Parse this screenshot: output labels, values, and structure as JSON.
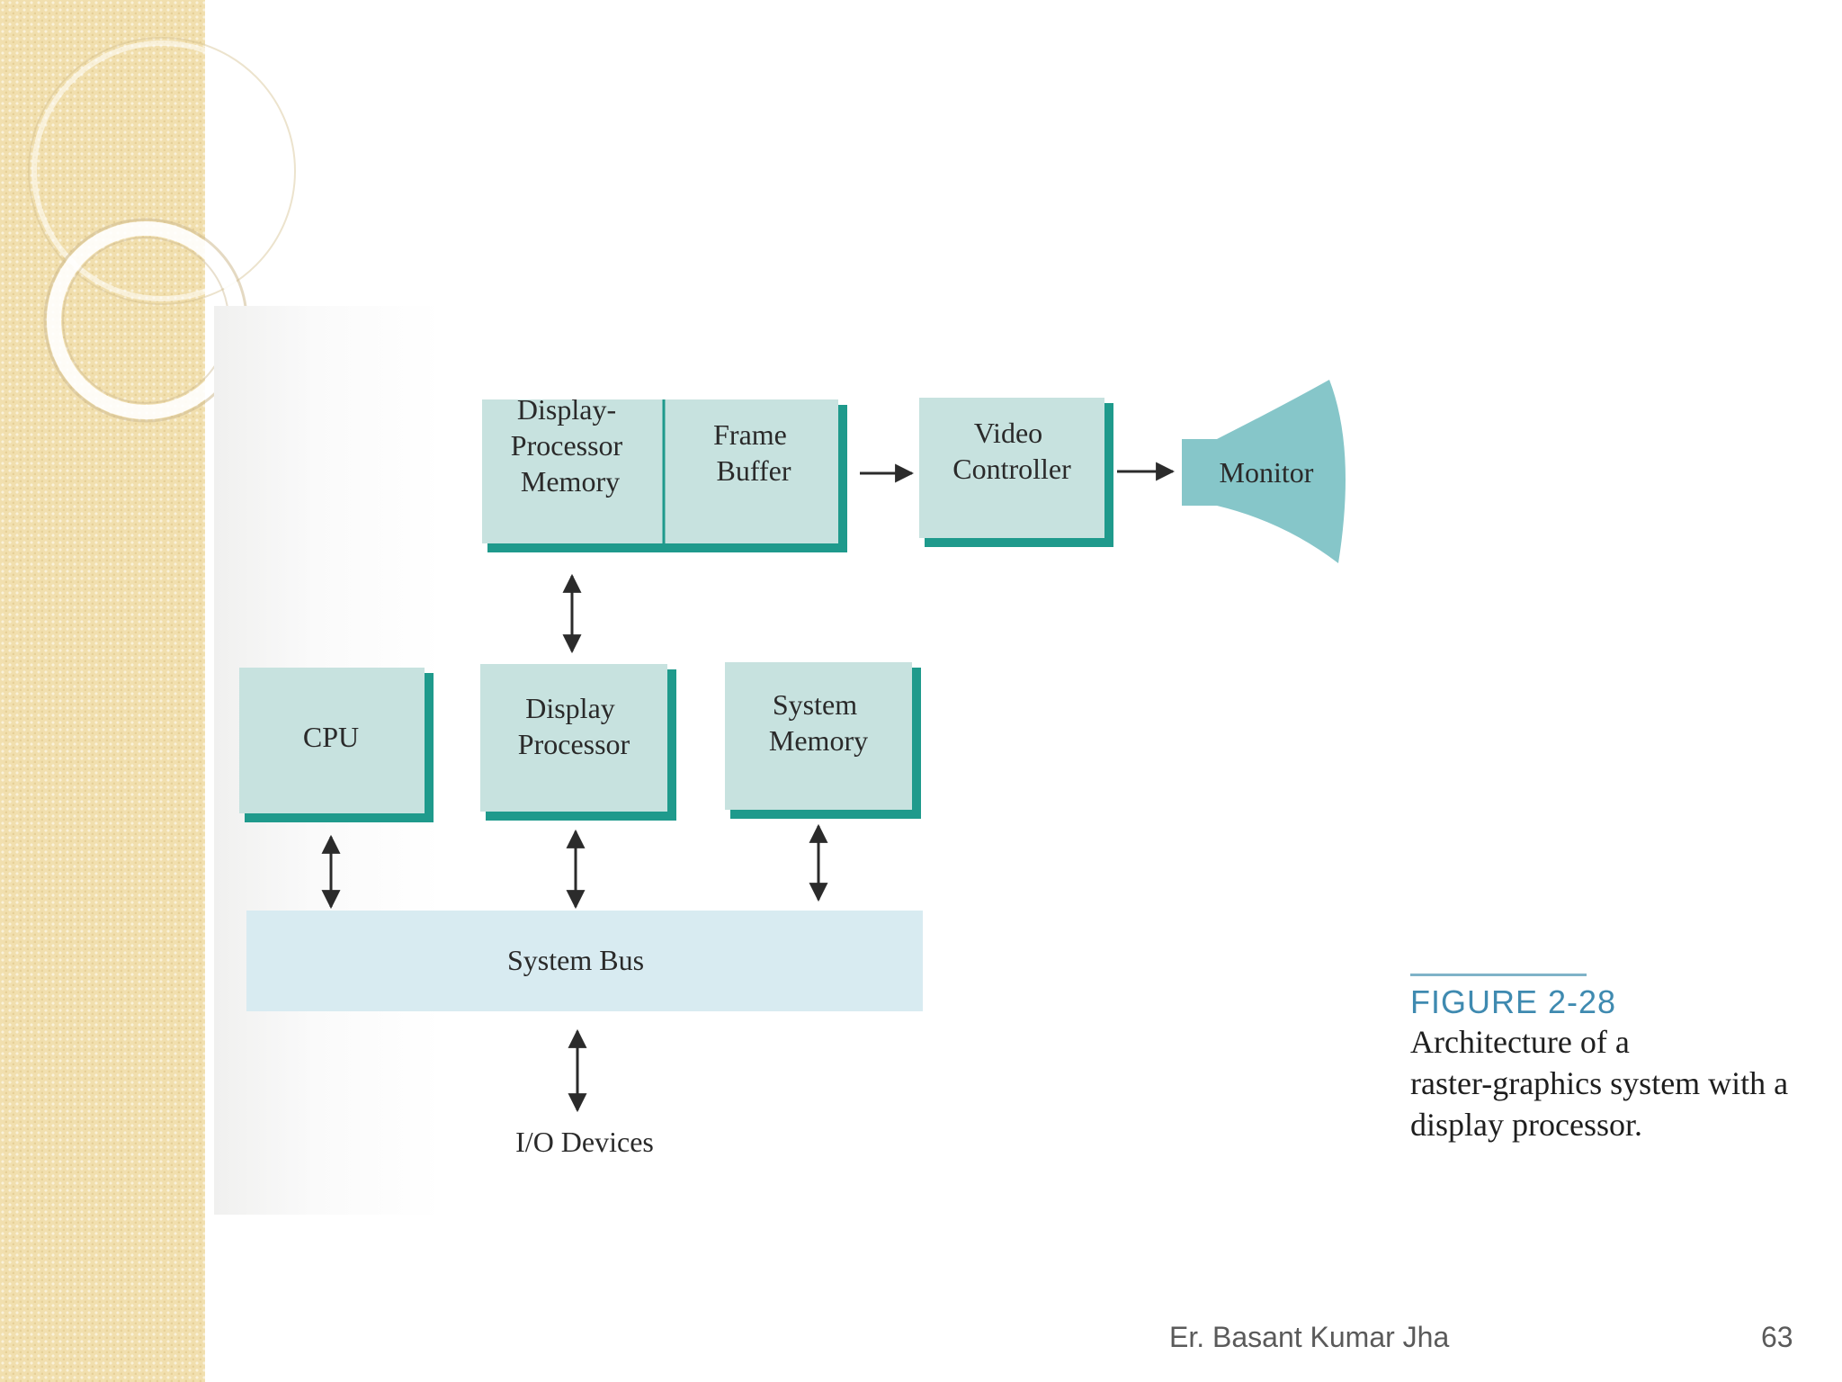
{
  "figure": {
    "blocks": {
      "display_processor_memory": [
        "Display-",
        "Processor",
        "Memory"
      ],
      "frame_buffer": [
        "Frame",
        "Buffer"
      ],
      "video_controller": [
        "Video",
        "Controller"
      ],
      "monitor": [
        "Monitor"
      ],
      "cpu": [
        "CPU"
      ],
      "display_processor": [
        "Display",
        "Processor"
      ],
      "system_memory": [
        "System",
        "Memory"
      ],
      "system_bus": [
        "System Bus"
      ],
      "io_devices": [
        "I/O Devices"
      ]
    },
    "caption": {
      "number": "FIGURE 2-28",
      "lines": [
        "Architecture of a",
        "raster-graphics system with a",
        "display processor."
      ]
    },
    "colors": {
      "block_fill": "#c7e2df",
      "block_shadow": "#1f9a8c",
      "bus_fill": "#d8ebf1",
      "monitor_fill": "#86c6c9",
      "caption_accent": "#3f8ab0"
    }
  },
  "footer": {
    "author": "Er. Basant Kumar Jha",
    "page_number": "63"
  }
}
